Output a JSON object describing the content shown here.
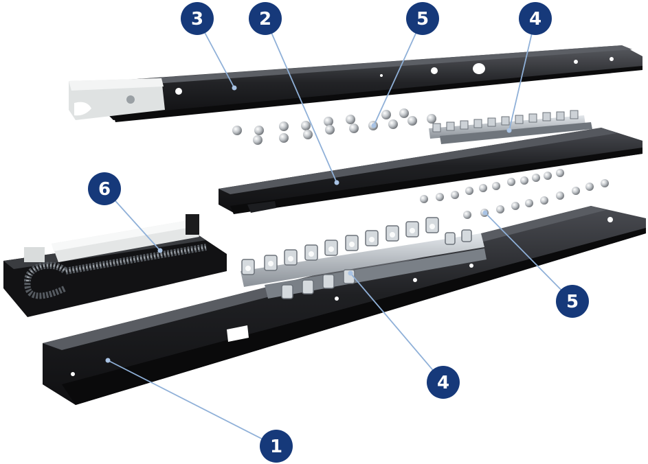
{
  "colors": {
    "badge": "#16397a",
    "leader": "#8fb0d8",
    "rail_dark": "#1a1a1c",
    "rail_mid": "#2b2c30",
    "rail_light": "#4a4c52",
    "steel": "#b7bcc2",
    "plastic": "#e4e6e6",
    "ball": "#c9ccd0"
  },
  "callouts": [
    {
      "id": "outer-rail",
      "number": "1"
    },
    {
      "id": "middle-rail",
      "number": "2"
    },
    {
      "id": "inner-rail",
      "number": "3"
    },
    {
      "id": "ball-cage-lower",
      "number": "4"
    },
    {
      "id": "ball-cage-upper",
      "number": "4"
    },
    {
      "id": "balls-lower",
      "number": "5"
    },
    {
      "id": "balls-upper",
      "number": "5"
    },
    {
      "id": "soft-close-mechanism",
      "number": "6"
    }
  ]
}
